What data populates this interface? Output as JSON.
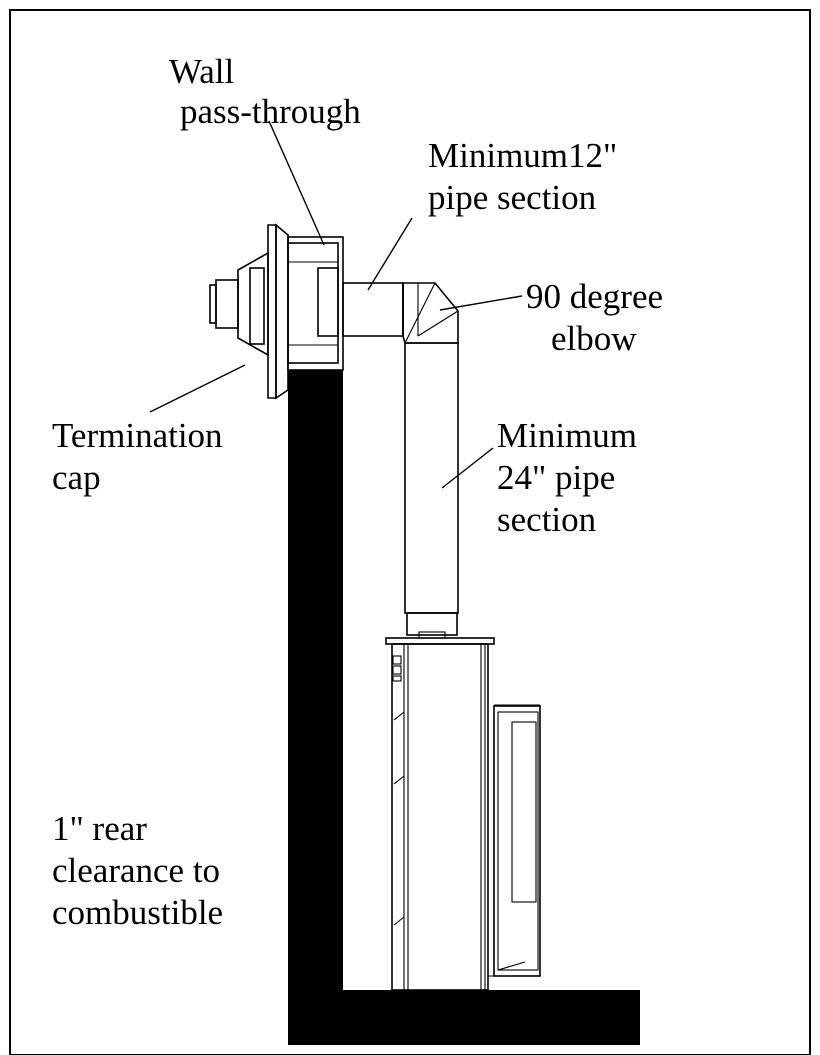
{
  "labels": {
    "wall_pass_through": [
      "Wall",
      "pass-through"
    ],
    "min_12_pipe": [
      "Minimum12\"",
      "pipe section"
    ],
    "elbow_90": [
      "90 degree",
      "elbow"
    ],
    "termination_cap": [
      "Termination",
      "cap"
    ],
    "min_24_pipe": [
      "Minimum",
      "24\" pipe",
      "section"
    ],
    "rear_clearance": [
      "1\" rear",
      "clearance to",
      "combustible"
    ]
  }
}
